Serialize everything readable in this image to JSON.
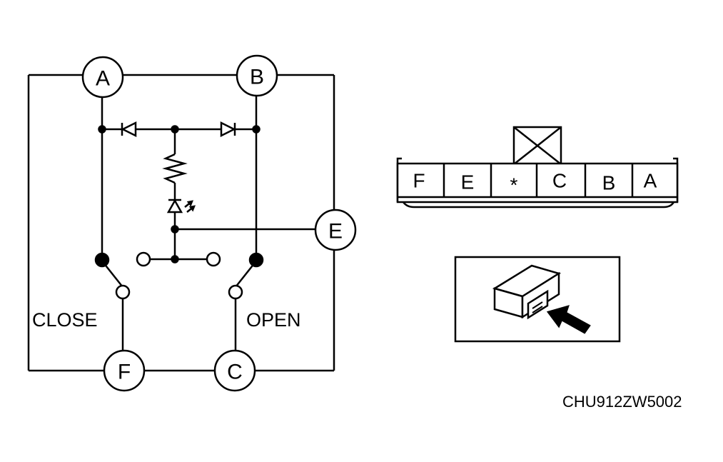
{
  "schematic": {
    "terminals": {
      "a": "A",
      "b": "B",
      "c": "C",
      "e": "E",
      "f": "F"
    },
    "switch_labels": {
      "close": "CLOSE",
      "open": "OPEN"
    }
  },
  "connector": {
    "pins": [
      "F",
      "E",
      "*",
      "C",
      "B",
      "A"
    ]
  },
  "figure_code": "CHU912ZW5002"
}
